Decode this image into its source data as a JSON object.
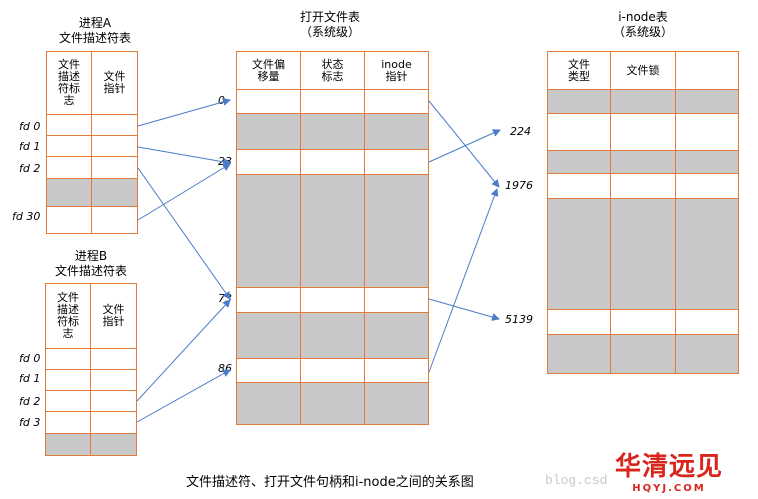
{
  "procA": {
    "title1": "进程A",
    "title2": "文件描述符表",
    "col1": "文件描述符标志",
    "col2": "文件指针",
    "fds": [
      "fd 0",
      "fd 1",
      "fd 2",
      "fd 30"
    ]
  },
  "procB": {
    "title1": "进程B",
    "title2": "文件描述符表",
    "col1": "文件描述符标志",
    "col2": "文件指针",
    "fds": [
      "fd 0",
      "fd 1",
      "fd 2",
      "fd 3"
    ]
  },
  "openTable": {
    "title1": "打开文件表",
    "title2": "（系统级）",
    "col1": "文件偏移量",
    "col2": "状态标志",
    "col3": "inode指针",
    "indices": [
      "0",
      "23",
      "73",
      "86"
    ]
  },
  "inodeTable": {
    "title1": "i-node表",
    "title2": "（系统级）",
    "col1": "文件类型",
    "col2": "文件锁",
    "indices": [
      "224",
      "1976",
      "5139"
    ]
  },
  "caption": "文件描述符、打开文件句柄和i-node之间的关系图",
  "watermark": "blog.csd",
  "logo": {
    "main": "华清远见",
    "sub": "HQYJ.COM"
  },
  "colors": {
    "border": "#e07b39",
    "shade": "#c8c8c8",
    "arrow": "#4a7cc7"
  }
}
